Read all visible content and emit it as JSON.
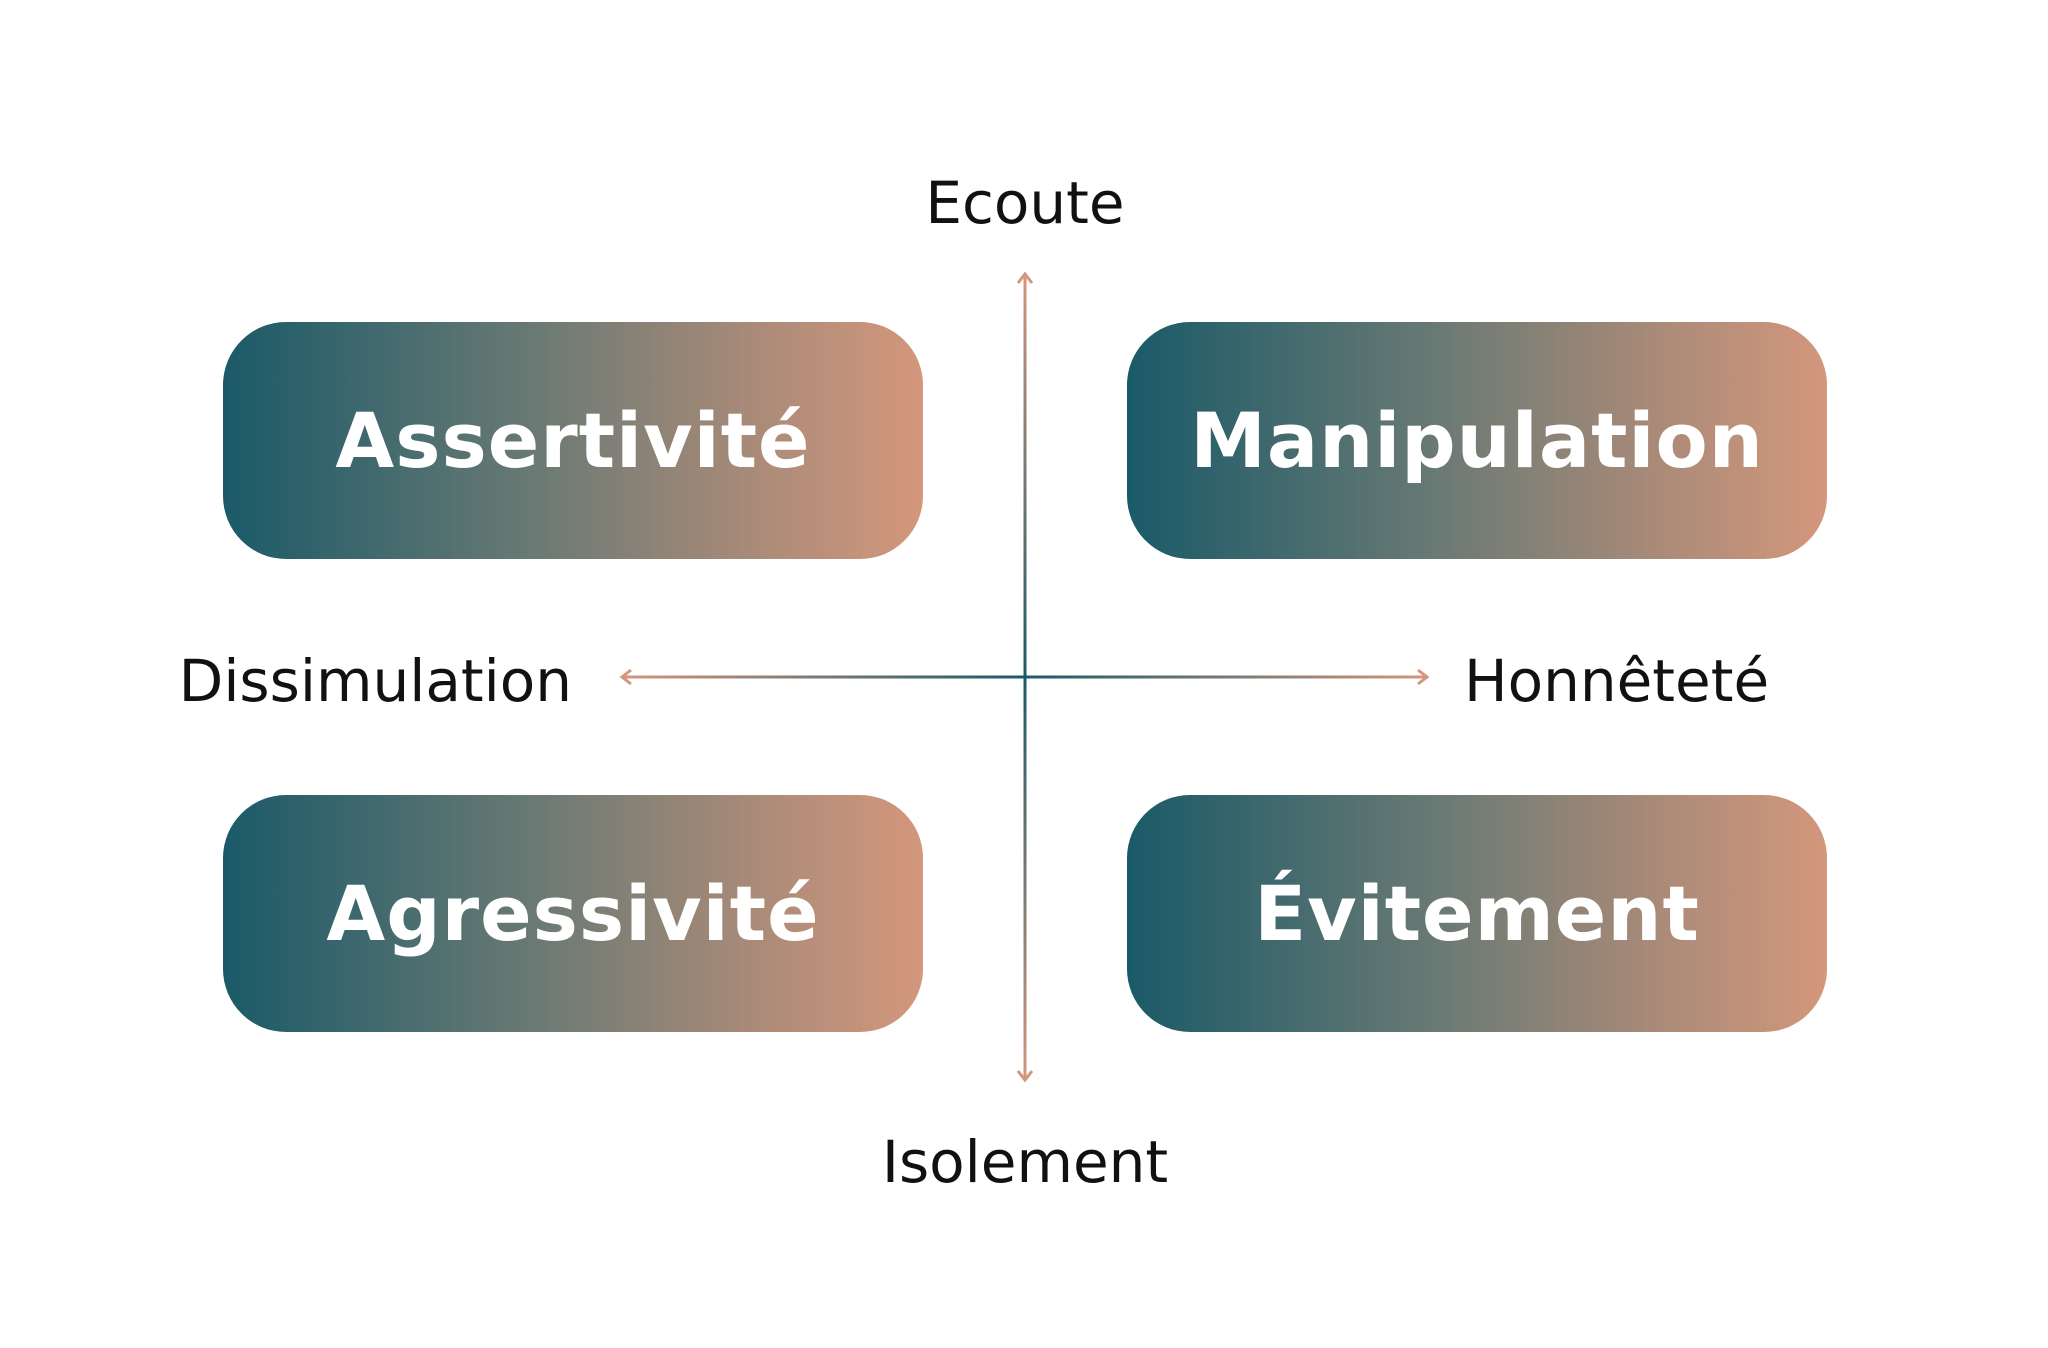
{
  "axes": {
    "top": "Ecoute",
    "bottom": "Isolement",
    "left": "Dissimulation",
    "right": "Honnêteté"
  },
  "quadrants": {
    "top_left": "Assertivité",
    "top_right": "Manipulation",
    "bottom_left": "Agressivité",
    "bottom_right": "Évitement"
  },
  "colors": {
    "teal": "#1a5a68",
    "salmon": "#d4977c",
    "text": "#111111"
  }
}
